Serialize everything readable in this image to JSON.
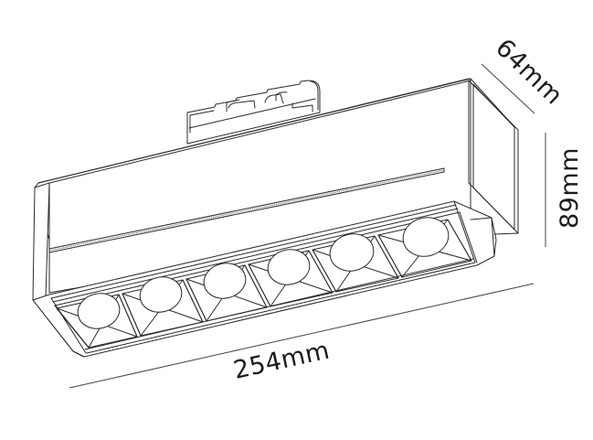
{
  "drawing": {
    "subject": "LED linear track spotlight, 6 lenses",
    "lens_count": 6,
    "line_color": "#2a2a2a",
    "background": "#ffffff"
  },
  "dimensions": {
    "depth": {
      "label": "64mm",
      "value": 64,
      "unit": "mm"
    },
    "height": {
      "label": "89mm",
      "value": 89,
      "unit": "mm"
    },
    "length": {
      "label": "254mm",
      "value": 254,
      "unit": "mm"
    }
  }
}
